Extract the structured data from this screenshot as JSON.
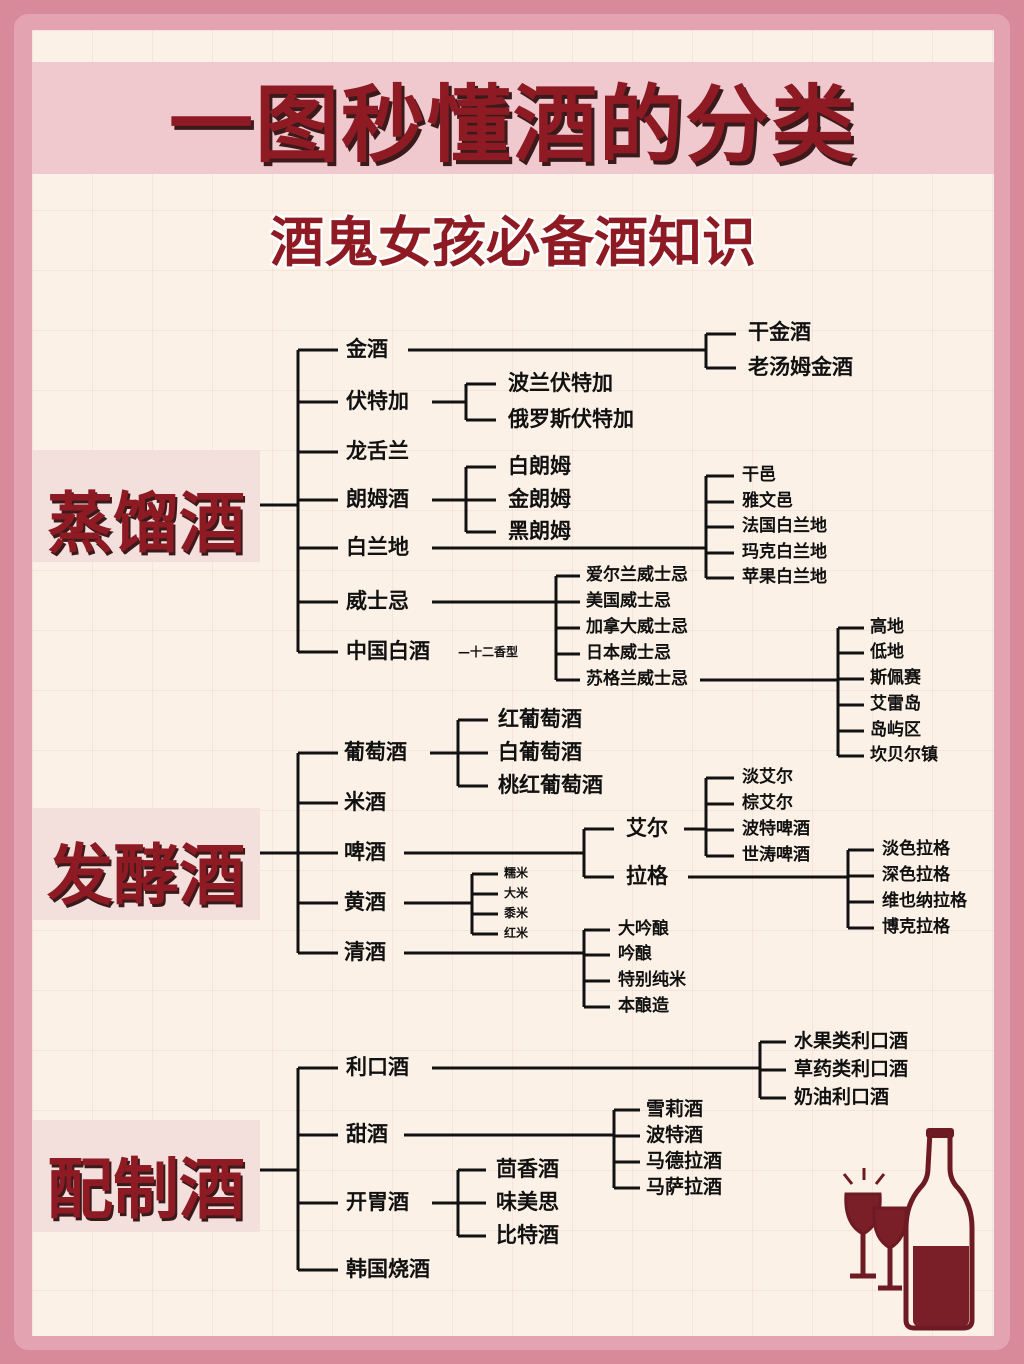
{
  "header": {
    "title": "一图秒懂酒的分类",
    "subtitle": "酒鬼女孩必备酒知识"
  },
  "categories": [
    {
      "name": "蒸馏酒",
      "items": [
        "金酒",
        "伏特加",
        "龙舌兰",
        "朗姆酒",
        "白兰地",
        "威士忌",
        "中国白酒"
      ]
    },
    {
      "name": "发酵酒",
      "items": [
        "葡萄酒",
        "米酒",
        "啤酒",
        "黄酒",
        "清酒"
      ]
    },
    {
      "name": "配制酒",
      "items": [
        "利口酒",
        "甜酒",
        "开胃酒",
        "韩国烧酒"
      ]
    }
  ],
  "gin": [
    "干金酒",
    "老汤姆金酒"
  ],
  "vodka": [
    "波兰伏特加",
    "俄罗斯伏特加"
  ],
  "rum": [
    "白朗姆",
    "金朗姆",
    "黑朗姆"
  ],
  "brandy": [
    "干邑",
    "雅文邑",
    "法国白兰地",
    "玛克白兰地",
    "苹果白兰地"
  ],
  "whisky": [
    "爱尔兰威士忌",
    "美国威士忌",
    "加拿大威士忌",
    "日本威士忌",
    "苏格兰威士忌"
  ],
  "scotch": [
    "高地",
    "低地",
    "斯佩赛",
    "艾雷岛",
    "岛屿区",
    "坎贝尔镇"
  ],
  "baijiu_note": "—十二香型",
  "wine": [
    "红葡萄酒",
    "白葡萄酒",
    "桃红葡萄酒"
  ],
  "beer": [
    "艾尔",
    "拉格"
  ],
  "ale": [
    "淡艾尔",
    "棕艾尔",
    "波特啤酒",
    "世涛啤酒"
  ],
  "lager": [
    "淡色拉格",
    "深色拉格",
    "维也纳拉格",
    "博克拉格"
  ],
  "huangjiu": [
    "糯米",
    "大米",
    "黍米",
    "红米"
  ],
  "sake": [
    "大吟酿",
    "吟酿",
    "特别纯米",
    "本酿造"
  ],
  "liqueur": [
    "水果类利口酒",
    "草药类利口酒",
    "奶油利口酒"
  ],
  "sweet": [
    "雪莉酒",
    "波特酒",
    "马德拉酒",
    "马萨拉酒"
  ],
  "aperitif": [
    "茴香酒",
    "味美思",
    "比特酒"
  ],
  "colors": {
    "accent": "#8e1a24",
    "frame": "#e3a3b0",
    "paper": "#fbf1e6",
    "band": "#f0c9cf"
  }
}
